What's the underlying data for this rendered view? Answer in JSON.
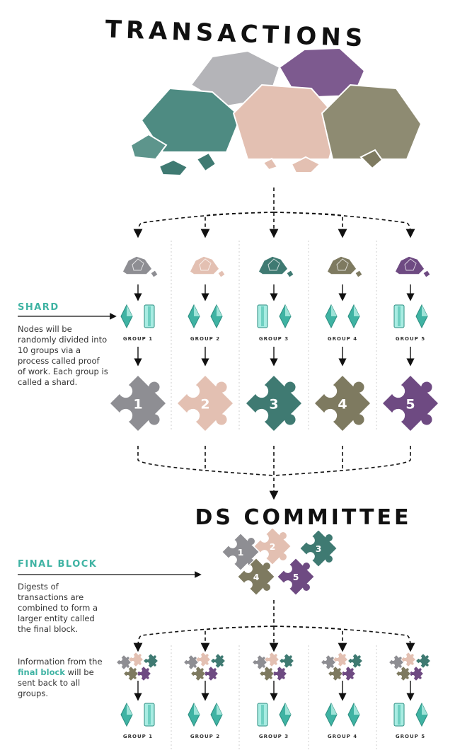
{
  "title": "TRANSACTIONS",
  "committee_title": "DS COMMITTEE",
  "shard": {
    "heading": "SHARD",
    "text": "Nodes will be randomly divided into 10 groups via a process called proof of work. Each group is called a shard."
  },
  "final_block": {
    "heading": "FINAL BLOCK",
    "text1": "Digests of transactions are combined to form a larger entity called the final block.",
    "text2_before": "Information from the",
    "text2_highlight": "final block",
    "text2_after": "will be sent back to all groups."
  },
  "groups": [
    {
      "label": "GROUP 1",
      "number": "1",
      "color": "#8e8e93"
    },
    {
      "label": "GROUP 2",
      "number": "2",
      "color": "#e3c0b2"
    },
    {
      "label": "GROUP 3",
      "number": "3",
      "color": "#3f7a72"
    },
    {
      "label": "GROUP 4",
      "number": "4",
      "color": "#7e7a60"
    },
    {
      "label": "GROUP 5",
      "number": "5",
      "color": "#6e4a82"
    }
  ],
  "colors": {
    "accent": "#3fb3a3",
    "gray": "#8e8e93",
    "pink": "#e3c0b2",
    "teal": "#3f7a72",
    "olive": "#7e7a60",
    "purple": "#6e4a82"
  }
}
